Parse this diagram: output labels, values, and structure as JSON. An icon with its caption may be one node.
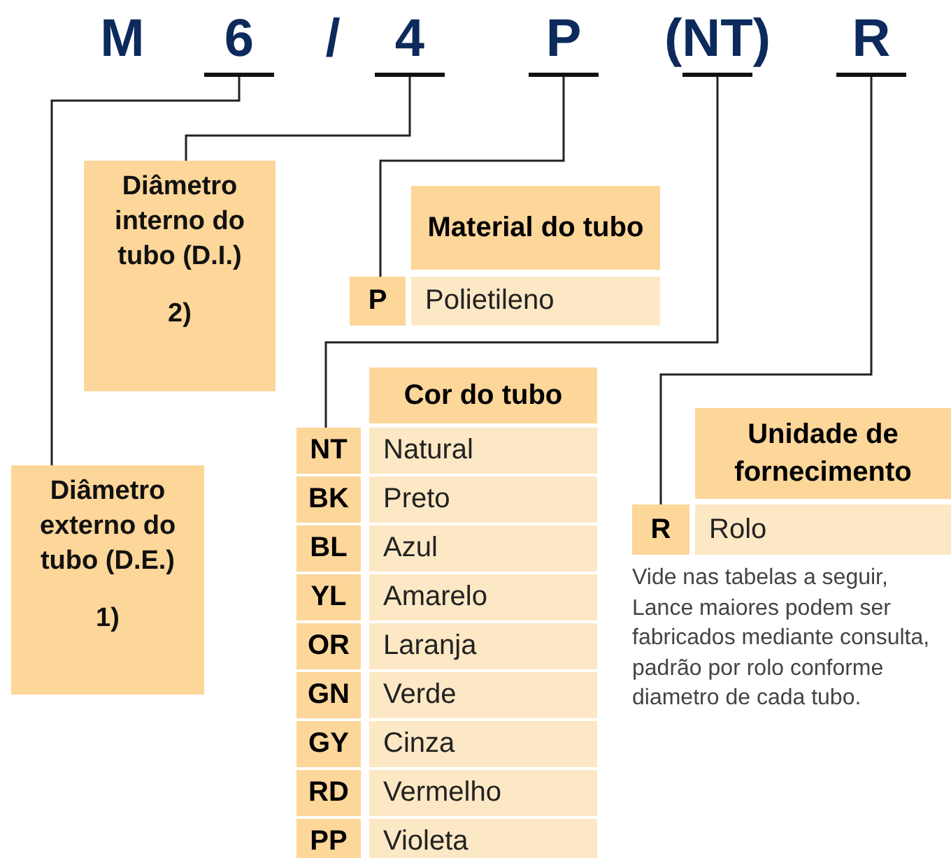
{
  "diagram": {
    "nodes": [
      {
        "text": [
          "6"
        ]
      },
      {
        "text": [
          "4"
        ]
      },
      {
        "text": [
          "P"
        ]
      },
      {
        "text": [
          "(NT)"
        ]
      },
      {
        "text": [
          "R"
        ]
      },
      {
        "text": [
          "Diâmetro externo do tubo (D.E.)",
          "1)"
        ]
      },
      {
        "text": [
          "Diâmetro interno do tubo (D.I.)",
          "2)"
        ]
      },
      {
        "text": [
          "P"
        ]
      },
      {
        "text": [
          "NT"
        ]
      },
      {
        "text": [
          "R"
        ]
      }
    ],
    "edges": [
      {
        "from": 0,
        "to": 5,
        "arrow": "none"
      },
      {
        "from": 1,
        "to": 6,
        "arrow": "none"
      },
      {
        "from": 2,
        "to": 7,
        "arrow": "none"
      },
      {
        "from": 3,
        "to": 8,
        "arrow": "none"
      },
      {
        "from": 4,
        "to": 9,
        "arrow": "none"
      }
    ],
    "labels": [
      "M",
      "/",
      "Material do tubo",
      "Polietileno",
      "Cor do tubo",
      "Natural",
      "BK",
      "Preto",
      "BL",
      "Azul",
      "YL",
      "Amarelo",
      "OR",
      "Laranja",
      "GN",
      "Verde",
      "GY",
      "Cinza",
      "RD",
      "Vermelho",
      "PP",
      "Violeta",
      "Unidade de fornecimento",
      "Rolo",
      "Vide nas tabelas a seguir, Lance maiores podem ser fabricados mediante consulta, padrão por rolo conforme diametro de cada tubo."
    ]
  }
}
